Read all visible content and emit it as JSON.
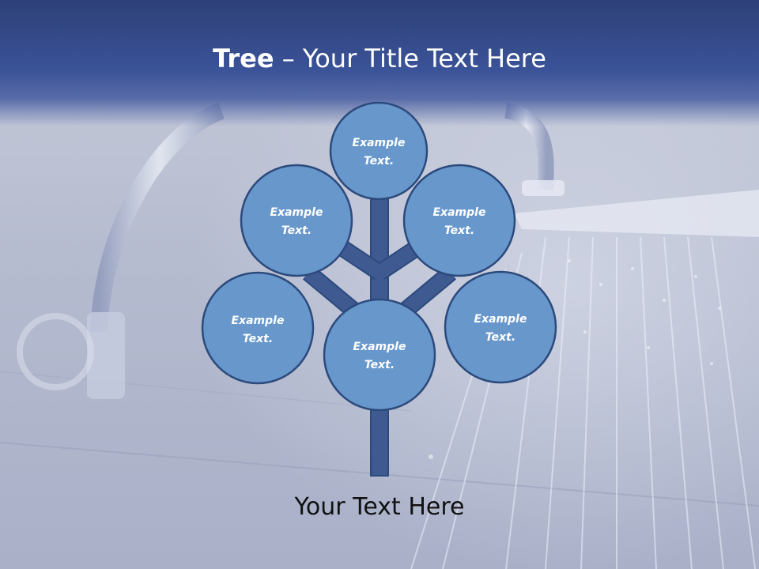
{
  "slide": {
    "title_bold": "Tree",
    "title_rest": " – Your Title Text Here",
    "caption": "Your Text Here"
  },
  "nodes": [
    {
      "id": "top",
      "line1": "Example",
      "line2": "Text."
    },
    {
      "id": "upper-left",
      "line1": "Example",
      "line2": "Text."
    },
    {
      "id": "upper-right",
      "line1": "Example",
      "line2": "Text."
    },
    {
      "id": "lower-left",
      "line1": "Example",
      "line2": "Text."
    },
    {
      "id": "center",
      "line1": "Example",
      "line2": "Text."
    },
    {
      "id": "lower-right",
      "line1": "Example",
      "line2": "Text."
    }
  ],
  "colors": {
    "node_fill": "#6797cb",
    "node_stroke": "#2c4a7c",
    "trunk_fill": "#3f5a90",
    "title_band": "#34498a"
  }
}
